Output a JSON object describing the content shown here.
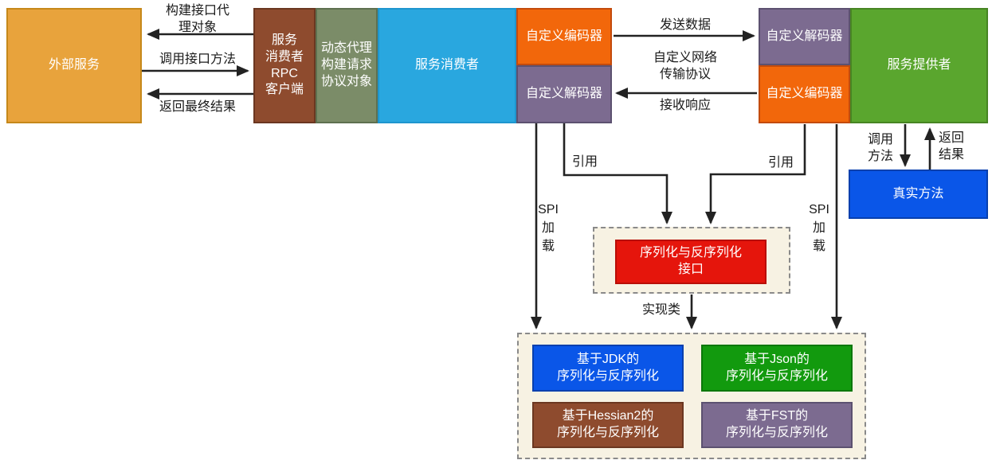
{
  "diagram_title": "RPC framework serialization architecture",
  "palette": {
    "gold": "#E8A33C",
    "brown": "#8E4B2E",
    "sage_green": "#7B8C68",
    "sky_blue": "#29A7DF",
    "orange": "#F2670B",
    "slate_purple": "#7C6B90",
    "provider_green": "#5AA62E",
    "royal_blue": "#0A56E8",
    "interface_red": "#E5150C",
    "json_green": "#129A0E",
    "cream_panel": "#F7F2E3",
    "line_black": "#222222"
  },
  "boxes": {
    "external_service": "外部服务",
    "rpc_client": "服务\n消费者\nRPC\n客户端",
    "dynamic_proxy": "动态代理\n构建请求\n协议对象",
    "service_consumer": "服务消费者",
    "encoder_left": "自定义编码器",
    "decoder_left": "自定义解码器",
    "decoder_right": "自定义解码器",
    "encoder_right": "自定义编码器",
    "service_provider": "服务提供者",
    "real_method": "真实方法",
    "serialization_interface": "序列化与反序列化\n接口",
    "impl_jdk": "基于JDK的\n序列化与反序列化",
    "impl_json": "基于Json的\n序列化与反序列化",
    "impl_hessian2": "基于Hessian2的\n序列化与反序列化",
    "impl_fst": "基于FST的\n序列化与反序列化"
  },
  "labels": {
    "build_proxy": "构建接口代\n理对象",
    "call_interface": "调用接口方法",
    "return_final": "返回最终结果",
    "send_data": "发送数据",
    "custom_protocol": "自定义网络\n传输协议",
    "receive_response": "接收响应",
    "invoke_method": "调用\n方法",
    "return_result": "返回\n结果",
    "reference_left": "引用",
    "reference_right": "引用",
    "spi_load_left": "SPI\n加\n载",
    "spi_load_right": "SPI\n加\n载",
    "impl_class": "实现类"
  }
}
